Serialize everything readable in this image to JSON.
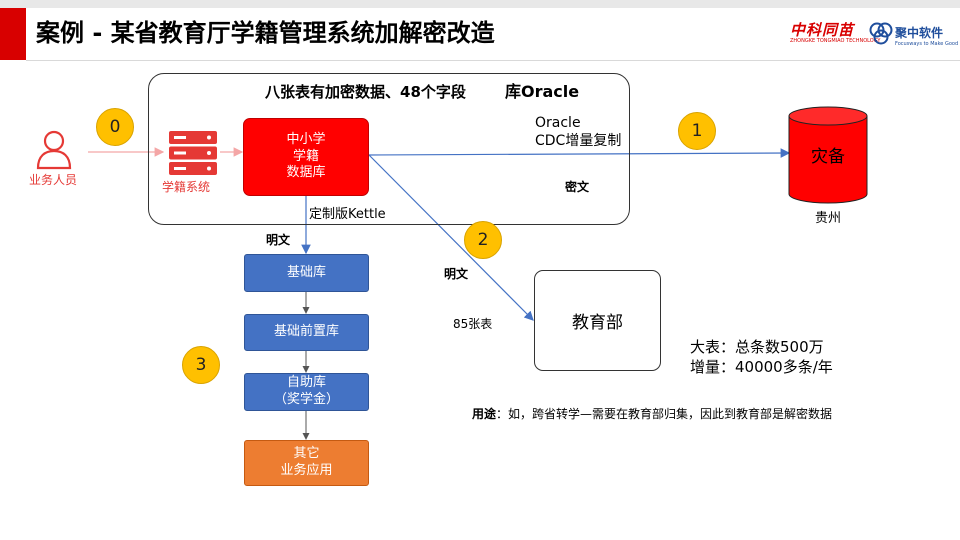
{
  "header": {
    "title": "案例 - 某省教育厅学籍管理系统加解密改造",
    "logo_left_main": "中科同苗",
    "logo_left_sub": "ZHONGKE TONGMIAO TECHNOLOGY",
    "logo_right_main": "聚中软件",
    "logo_right_sub": "Focusways to Make Good"
  },
  "diagram": {
    "region_caption": "八张表有加密数据、48个字段",
    "region_db_label": "库Oracle",
    "user_label": "业务人员",
    "system_label": "学籍系统",
    "db_box_lines": [
      "中小学",
      "学籍",
      "数据库"
    ],
    "cdc_line1": "Oracle",
    "cdc_line2": "CDC增量复制",
    "cipher_label": "密文",
    "backup_label": "灾备",
    "backup_location": "贵州",
    "kettle_label": "定制版Kettle",
    "plain_label_left": "明文",
    "plain_label_mid": "明文",
    "tables_label": "85张表",
    "edu_label": "教育部",
    "steps": [
      "0",
      "1",
      "2",
      "3"
    ],
    "pipeline": [
      {
        "lines": [
          "基础库"
        ]
      },
      {
        "lines": [
          "基础前置库"
        ]
      },
      {
        "lines": [
          "自助库",
          "（奖学金）"
        ]
      },
      {
        "lines": [
          "其它",
          "业务应用"
        ]
      }
    ],
    "stats_line1": "大表：总条数500万",
    "stats_line2": "增量：40000多条/年",
    "usage_prefix": "用途",
    "usage_text": "：如，跨省转学—需要在教育部归集，因此到教育部是解密数据"
  },
  "colors": {
    "accent_red": "#ff0000",
    "step_yellow": "#ffc000",
    "pipeline_blue": "#4472c4",
    "pipeline_orange": "#ed7d31",
    "arrow_blue": "#4472c4",
    "user_pink": "#f4a6a6"
  },
  "icons": [
    "user-icon",
    "server-icon",
    "database-cylinder-icon"
  ]
}
